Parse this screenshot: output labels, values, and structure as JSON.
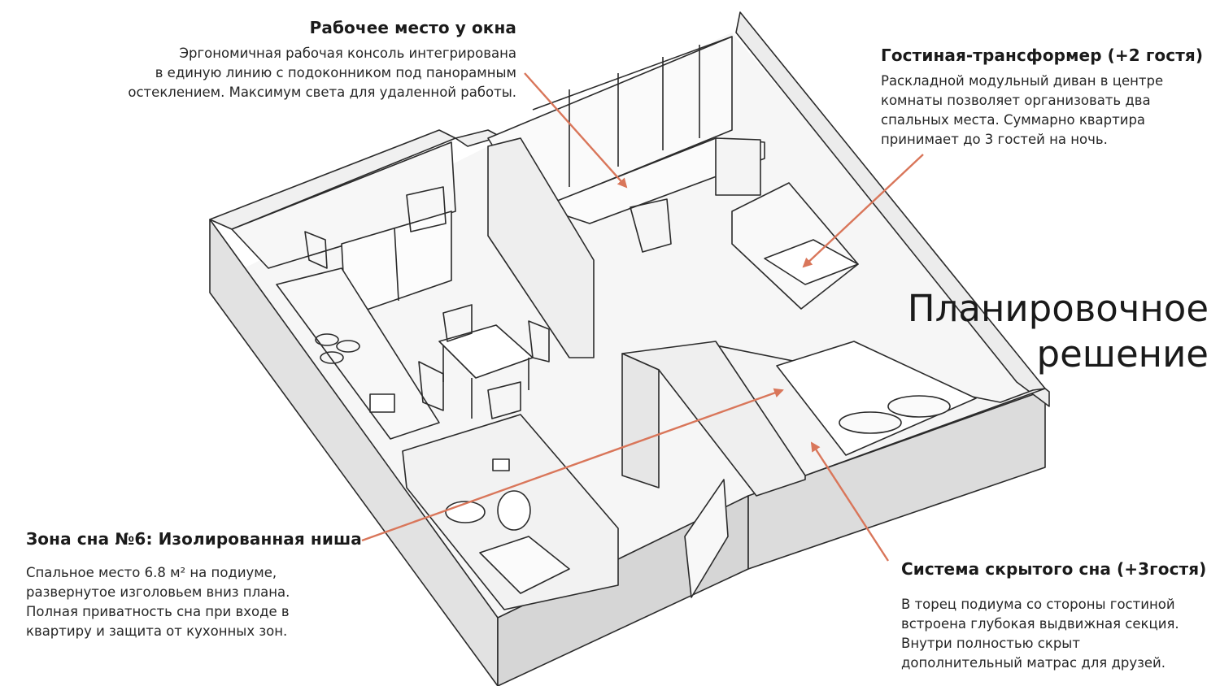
{
  "title": [
    "Планировочное",
    "решение"
  ],
  "annotations": {
    "work": {
      "heading": "Рабочее место у окна",
      "lines": [
        "Эргономичная рабочая консоль интегрирована",
        "в единую линию с подоконником под панорамным",
        "остеклением. Максимум света для удаленной работы."
      ]
    },
    "living": {
      "heading": "Гостиная-трансформер (+2 гостя)",
      "lines": [
        "Раскладной модульный диван в центре",
        "комнаты позволяет организовать два",
        "спальных места. Суммарно квартира",
        "принимает до 3 гостей на ночь."
      ]
    },
    "niche": {
      "heading": "Зона сна №6: Изолированная ниша",
      "lines": [
        "Спальное место 6.8 м² на подиуме,",
        "развернутое изголовьем вниз плана.",
        "Полная приватность сна при входе в",
        "квартиру и защита от кухонных зон."
      ]
    },
    "hidden": {
      "heading": "Система скрытого сна (+3гостя)",
      "lines": [
        "В торец подиума со стороны гостиной",
        "встроена глубокая выдвижная секция.",
        "Внутри полностью скрыт",
        "дополнительный матрас для друзей."
      ]
    }
  },
  "colors": {
    "arrow": "#d9765a",
    "line": "#2b2b2b",
    "wall_top": "#f3f3f3",
    "wall_side": "#dedede",
    "floor": "#f6f6f6"
  }
}
